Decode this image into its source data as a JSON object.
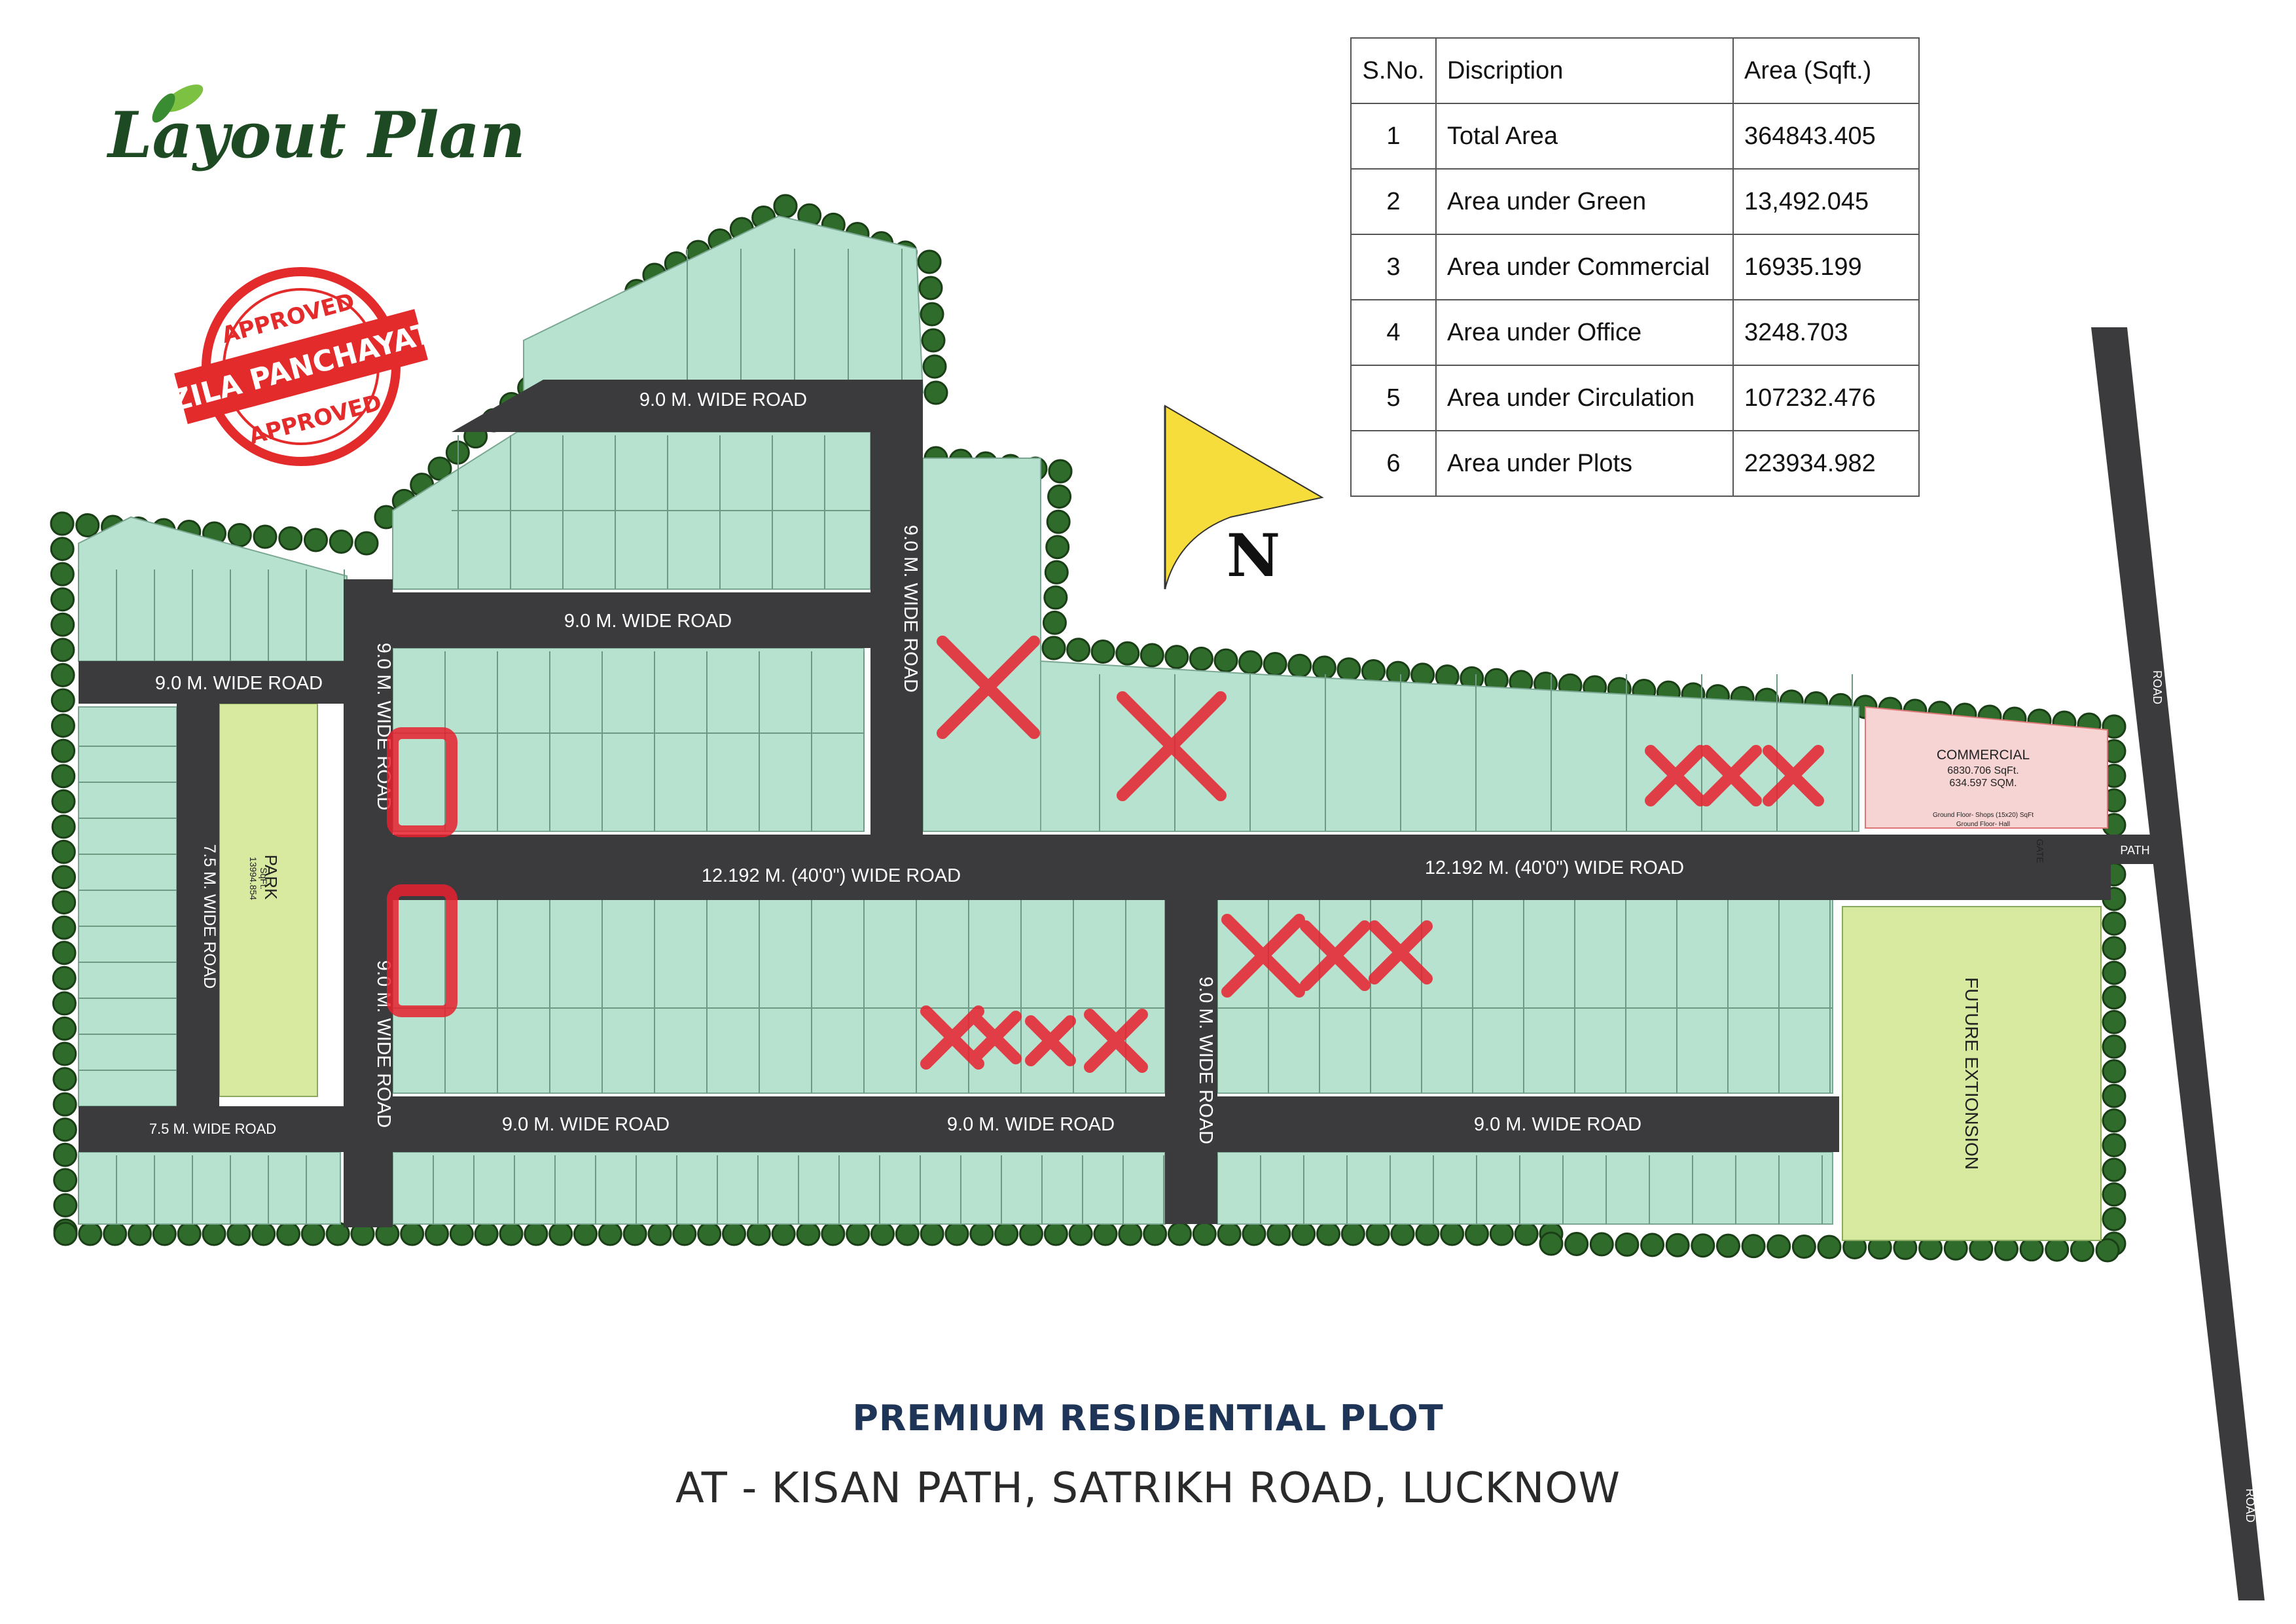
{
  "logo": {
    "text": "Layout Plan"
  },
  "stamp": {
    "top": "APPROVED",
    "band": "ZILA PANCHAYAT",
    "bottom": "APPROVED",
    "color": "#e32b2b"
  },
  "north": {
    "label": "N"
  },
  "area_table": {
    "headers": [
      "S.No.",
      "Discription",
      "Area (Sqft.)"
    ],
    "rows": [
      {
        "sno": "1",
        "desc": "Total Area",
        "area": "364843.405"
      },
      {
        "sno": "2",
        "desc": "Area under Green",
        "area": "13,492.045"
      },
      {
        "sno": "3",
        "desc": "Area under Commercial",
        "area": "16935.199"
      },
      {
        "sno": "4",
        "desc": "Area under Office",
        "area": "3248.703"
      },
      {
        "sno": "5",
        "desc": "Area under Circulation",
        "area": "107232.476"
      },
      {
        "sno": "6",
        "desc": "Area under Plots",
        "area": "223934.982"
      }
    ]
  },
  "roads": {
    "road_9_top": "9.0 M. WIDE ROAD",
    "road_9_mid": "9.0 M. WIDE ROAD",
    "road_9_left": "9.0 M. WIDE ROAD",
    "road_9_vert_upper": "9.0 M. WIDE ROAD",
    "road_9_vert_right": "9.0 M. WIDE ROAD",
    "road_9_vert_left": "9.0 M. WIDE ROAD",
    "road_9_vert_left2": "9.0 M. WIDE ROAD",
    "road_12_left": "12.192 M. (40'0\") WIDE ROAD",
    "road_12_right": "12.192 M. (40'0\") WIDE ROAD",
    "road_75_vert": "7.5 M. WIDE ROAD",
    "road_75_bottom": "7.5 M. WIDE ROAD",
    "road_9_bottom_a": "9.0 M. WIDE ROAD",
    "road_9_bottom_b": "9.0 M. WIDE ROAD",
    "road_9_bottom_c": "9.0 M. WIDE ROAD",
    "main_road_top": "ROAD",
    "main_road_bottom": "ROAD",
    "path": "PATH",
    "gate": "GATE"
  },
  "zones": {
    "park": "PARK",
    "park_area": "13994.854",
    "park_unit": "SqFt.",
    "commercial": "COMMERCIAL",
    "commercial_area": "6830.706 SqFt.",
    "commercial_sqm": "634.597 SQM.",
    "commercial_note1": "Ground Floor- Shops (15x20) SqFt",
    "commercial_note2": "Ground Floor- Hall",
    "future": "FUTURE EXTIONSION"
  },
  "colors": {
    "plot": "#b6e2cf",
    "road": "#3b3b3d",
    "park": "#d8e9a0",
    "commercial": "#f7d4d4",
    "cross": "#e8212f",
    "tree": "#2f6b2a"
  },
  "title": {
    "line1": "PREMIUM RESIDENTIAL PLOT",
    "line2": "AT - KISAN PATH, SATRIKH ROAD, LUCKNOW"
  }
}
